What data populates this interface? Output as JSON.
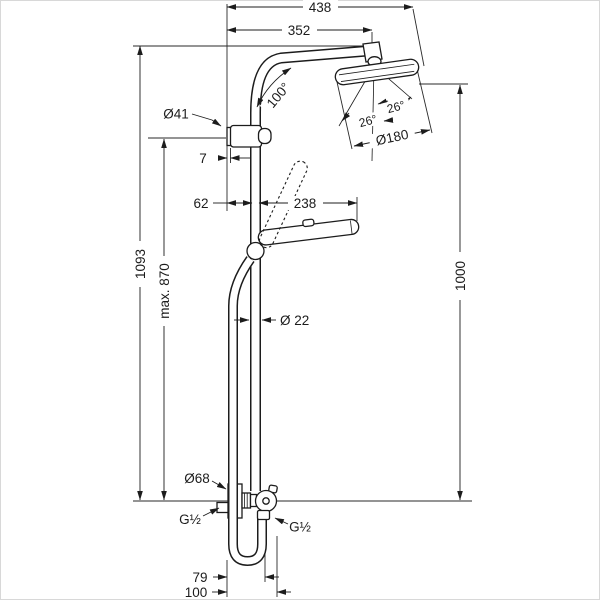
{
  "drawing": {
    "type": "technical-dimension-drawing",
    "subject": "wall-mounted shower pipe system with overhead shower, hand shower and mixer",
    "colors": {
      "line": "#1c1c1c",
      "background": "#ffffff",
      "frame_border": "#d8d8d8"
    },
    "dims": {
      "top_width": "438",
      "arm_reach": "352",
      "height_total": "1093",
      "rail_height": "max. 870",
      "head_height": "1000",
      "bracket_dia": "Ø41",
      "bracket_gap": "7",
      "wall_offset": "62",
      "handshower_length": "238",
      "pipe_dia": "Ø 22",
      "arm_angle": "100°",
      "head_tilt_left": "26°",
      "head_tilt_right": "26°",
      "head_dia": "Ø180",
      "escutcheon_dia": "Ø68",
      "inlet_thread": "G½",
      "outlet_thread": "G½",
      "hose_offset_inner": "79",
      "hose_offset_outer": "100"
    }
  }
}
